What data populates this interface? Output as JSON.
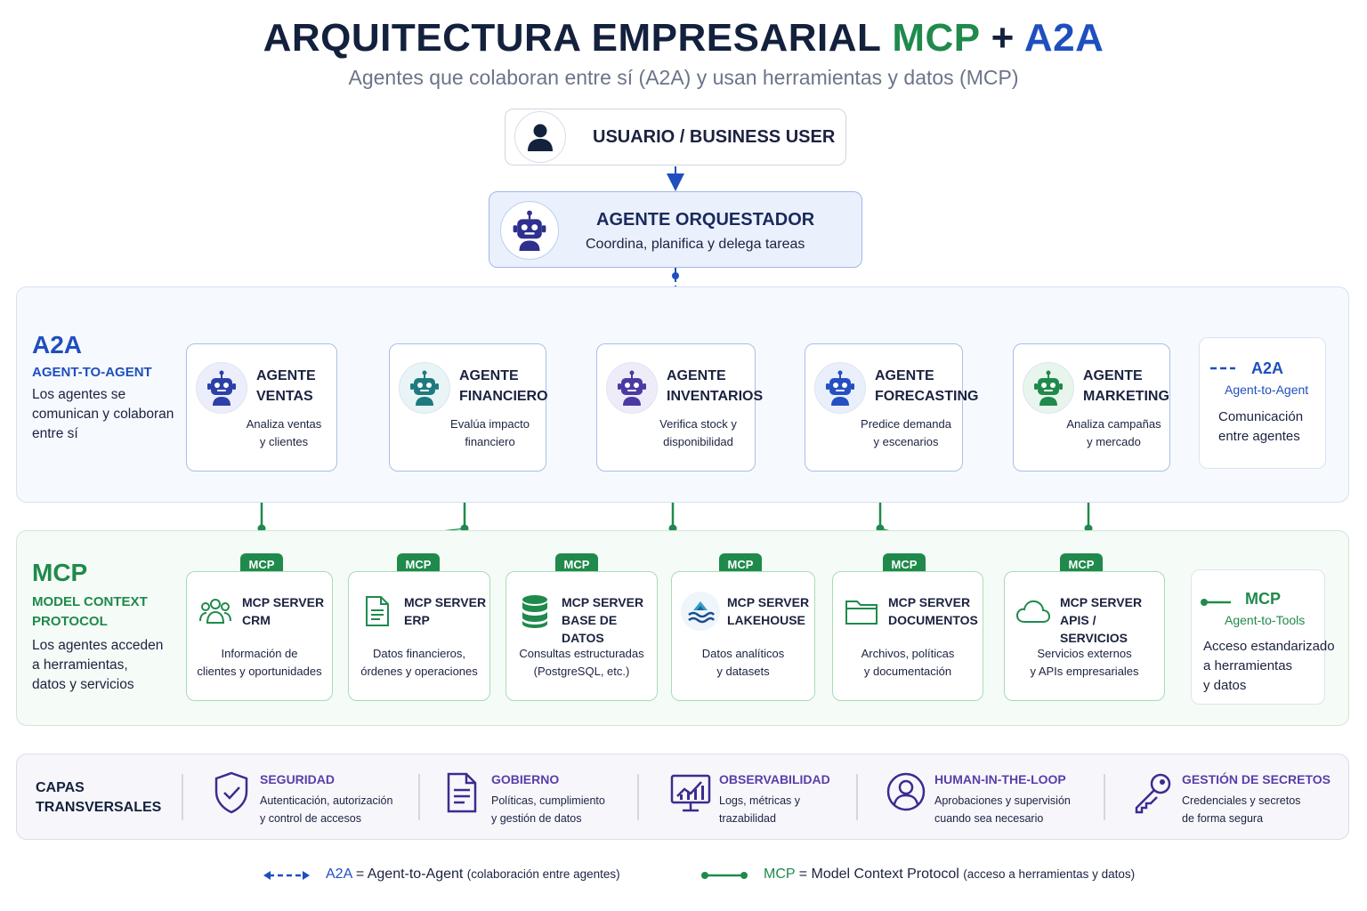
{
  "header": {
    "title_main": "ARQUITECTURA EMPRESARIAL",
    "title_mcp": "MCP",
    "title_plus": "+",
    "title_a2a": "A2A",
    "subtitle": "Agentes que colaboran entre sí (A2A) y usan herramientas y datos (MCP)"
  },
  "user": {
    "label": "USUARIO / BUSINESS USER",
    "icon": "user-icon"
  },
  "orchestrator": {
    "title": "AGENTE ORQUESTADOR",
    "desc": "Coordina, planifica y delega tareas",
    "icon": "robot-icon"
  },
  "a2a_section": {
    "title": "A2A",
    "subtitle": "AGENT-TO-AGENT",
    "desc_lines": [
      "Los agentes se",
      "comunican y colaboran",
      "entre sí"
    ]
  },
  "agents": [
    {
      "title_lines": [
        "AGENTE",
        "VENTAS"
      ],
      "desc_lines": [
        "Analiza ventas",
        "y clientes"
      ],
      "color": "#2d3fa8"
    },
    {
      "title_lines": [
        "AGENTE",
        "FINANCIERO"
      ],
      "desc_lines": [
        "Evalúa impacto",
        "financiero"
      ],
      "color": "#1f7a80"
    },
    {
      "title_lines": [
        "AGENTE",
        "INVENTARIOS"
      ],
      "desc_lines": [
        "Verifica stock y",
        "disponibilidad"
      ],
      "color": "#4b3aa3"
    },
    {
      "title_lines": [
        "AGENTE",
        "FORECASTING"
      ],
      "desc_lines": [
        "Predice demanda",
        "y escenarios"
      ],
      "color": "#2450c2"
    },
    {
      "title_lines": [
        "AGENTE",
        "MARKETING"
      ],
      "desc_lines": [
        "Analiza campañas",
        "y mercado"
      ],
      "color": "#1f8a4c"
    }
  ],
  "a2a_legend": {
    "title": "A2A",
    "subtitle": "Agent-to-Agent",
    "desc_lines": [
      "Comunicación",
      "entre agentes"
    ]
  },
  "mcp_section": {
    "title": "MCP",
    "subtitle_lines": [
      "MODEL CONTEXT",
      "PROTOCOL"
    ],
    "desc_lines": [
      "Los agentes acceden",
      "a herramientas,",
      "datos y servicios"
    ]
  },
  "mcp_tag": "MCP",
  "servers": [
    {
      "title_lines": [
        "MCP SERVER",
        "CRM"
      ],
      "desc_lines": [
        "Información de",
        "clientes y oportunidades"
      ],
      "icon": "users-icon"
    },
    {
      "title_lines": [
        "MCP SERVER",
        "ERP"
      ],
      "desc_lines": [
        "Datos financieros,",
        "órdenes y operaciones"
      ],
      "icon": "document-icon"
    },
    {
      "title_lines": [
        "MCP SERVER",
        "BASE DE DATOS"
      ],
      "desc_lines": [
        "Consultas estructuradas",
        "(PostgreSQL, etc.)"
      ],
      "icon": "database-icon"
    },
    {
      "title_lines": [
        "MCP SERVER",
        "LAKEHOUSE"
      ],
      "desc_lines": [
        "Datos analíticos",
        "y datasets"
      ],
      "icon": "lakehouse-icon"
    },
    {
      "title_lines": [
        "MCP SERVER",
        "DOCUMENTOS"
      ],
      "desc_lines": [
        "Archivos, políticas",
        "y documentación"
      ],
      "icon": "folder-icon"
    },
    {
      "title_lines": [
        "MCP SERVER",
        "APIS / SERVICIOS"
      ],
      "desc_lines": [
        "Servicios externos",
        "y APIs empresariales"
      ],
      "icon": "cloud-icon"
    }
  ],
  "mcp_legend": {
    "title": "MCP",
    "subtitle": "Agent-to-Tools",
    "desc_lines": [
      "Acceso estandarizado",
      "a herramientas",
      "y datos"
    ]
  },
  "capas": {
    "title_lines": [
      "CAPAS",
      "TRANSVERSALES"
    ],
    "items": [
      {
        "title": "SEGURIDAD",
        "desc_lines": [
          "Autenticación, autorización",
          "y control de accesos"
        ],
        "icon": "shield-icon"
      },
      {
        "title": "GOBIERNO",
        "desc_lines": [
          "Políticas, cumplimiento",
          "y gestión de datos"
        ],
        "icon": "document-icon"
      },
      {
        "title": "OBSERVABILIDAD",
        "desc_lines": [
          "Logs, métricas y",
          "trazabilidad"
        ],
        "icon": "monitor-chart-icon"
      },
      {
        "title": "HUMAN-IN-THE-LOOP",
        "desc_lines": [
          "Aprobaciones y supervisión",
          "cuando sea necesario"
        ],
        "icon": "person-circle-icon"
      },
      {
        "title": "GESTIÓN DE SECRETOS",
        "desc_lines": [
          "Credenciales y secretos",
          "de forma segura"
        ],
        "icon": "key-icon"
      }
    ]
  },
  "legend": {
    "a2a_term": "A2A",
    "a2a_eq": "=",
    "a2a_name": "Agent-to-Agent",
    "a2a_note": "(colaboración entre agentes)",
    "mcp_term": "MCP",
    "mcp_eq": "=",
    "mcp_name": "Model Context Protocol",
    "mcp_note": "(acceso a herramientas y datos)"
  },
  "colors": {
    "a2a_blue": "#1f4fbf",
    "mcp_green": "#1f8a4c",
    "navy": "#14213d",
    "purple": "#5a3ea8"
  }
}
